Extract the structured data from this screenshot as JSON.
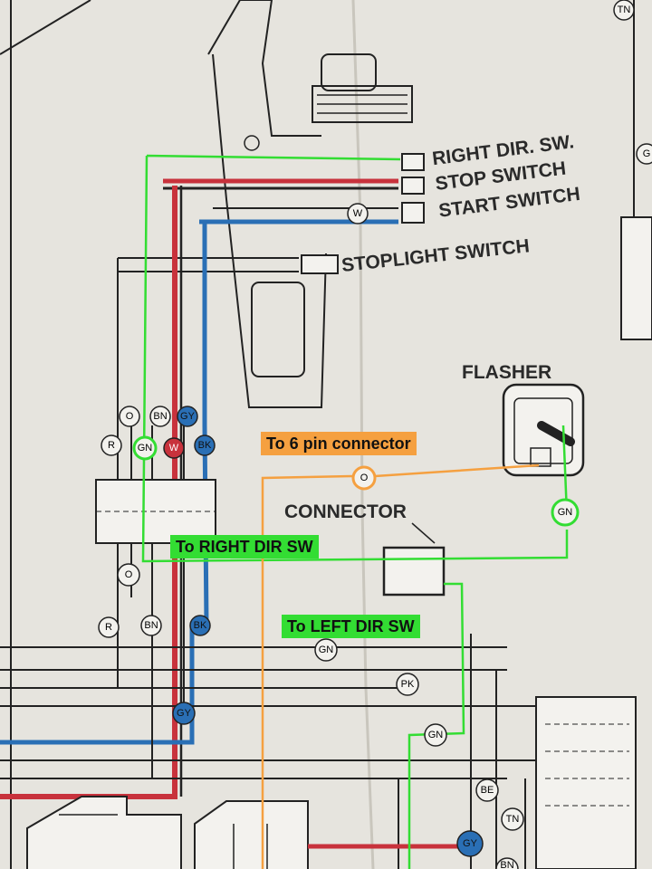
{
  "switch_labels": {
    "right_dir_sw": "RIGHT DIR. SW.",
    "stop_switch": "STOP SWITCH",
    "start_switch": "START SWITCH",
    "stoplight_switch": "STOPLIGHT SWITCH"
  },
  "component_labels": {
    "flasher": "FLASHER",
    "connector": "CONNECTOR"
  },
  "annotations": {
    "to_6_pin": "To 6 pin connector",
    "to_right_dir": "To RIGHT DIR SW",
    "to_left_dir": "To LEFT DIR SW"
  },
  "wire_codes": {
    "tn": "TN",
    "g": "G",
    "w": "W",
    "o": "O",
    "bn": "BN",
    "gy": "GY",
    "r": "R",
    "gn": "GN",
    "bk": "BK",
    "pk": "PK",
    "be": "BE"
  },
  "colors": {
    "highlight_green": "#33dd33",
    "highlight_orange": "#f5a040",
    "wire_red": "#c8323c",
    "wire_blue": "#2a6fb5",
    "wire_black": "#222222"
  }
}
